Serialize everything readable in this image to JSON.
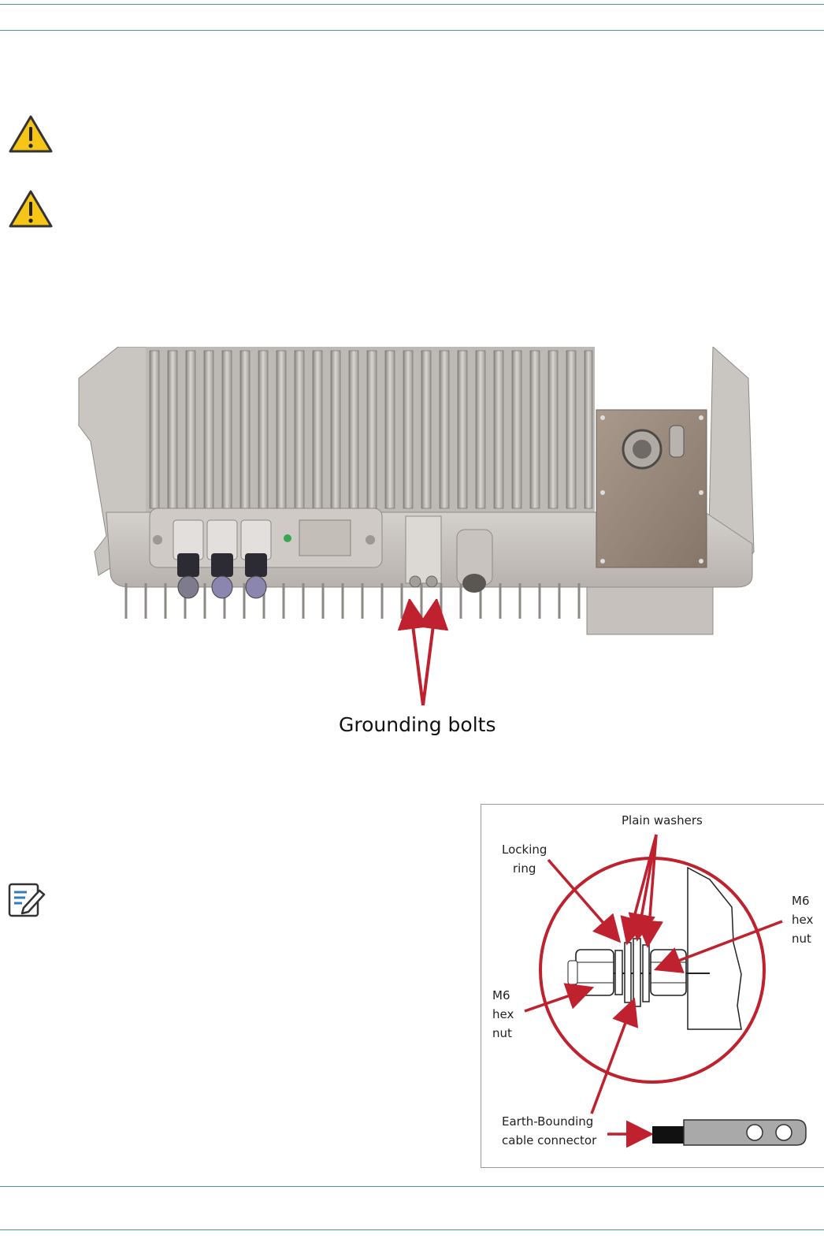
{
  "figure1": {
    "caption": "Grounding bolts"
  },
  "figure2": {
    "labels": {
      "plain_washers": "Plain washers",
      "locking_ring_line1": "Locking",
      "locking_ring_line2": "ring",
      "m6_right_line1": "M6",
      "m6_right_line2": "hex",
      "m6_right_line3": "nut",
      "m6_left_line1": "M6",
      "m6_left_line2": "hex",
      "m6_left_line3": "nut",
      "earth_line1": "Earth-Bounding",
      "earth_line2": "cable connector"
    }
  },
  "icons": {
    "warning_1": "warning-icon",
    "warning_2": "warning-icon",
    "note": "note-edit-icon"
  },
  "colors": {
    "rule": "#4a90a8",
    "arrow": "#c0212e",
    "warning_fill": "#f5c518"
  }
}
